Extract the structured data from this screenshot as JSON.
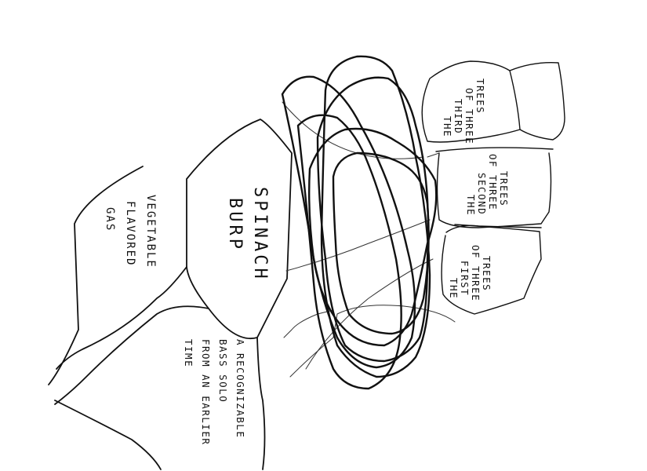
{
  "regions": [
    {
      "id": "spinach-burp",
      "lines": [
        "SPINACH",
        "BURP"
      ]
    },
    {
      "id": "vegetable-flavored-gas",
      "lines": [
        "VEGETABLE",
        "FLAVORED",
        "GAS"
      ]
    },
    {
      "id": "bass-solo",
      "lines": [
        "A RECOGNIZABLE",
        "BASS SOLO",
        "FROM AN EARLIER",
        "TIME"
      ]
    },
    {
      "id": "third-tree",
      "lines": [
        "THE",
        "THIRD",
        "OF THREE",
        "TREES"
      ]
    },
    {
      "id": "second-tree",
      "lines": [
        "THE",
        "SECOND",
        "OF THREE",
        "TREES"
      ]
    },
    {
      "id": "first-tree",
      "lines": [
        "THE",
        "FIRST",
        "OF THREE",
        "TREES"
      ]
    }
  ]
}
